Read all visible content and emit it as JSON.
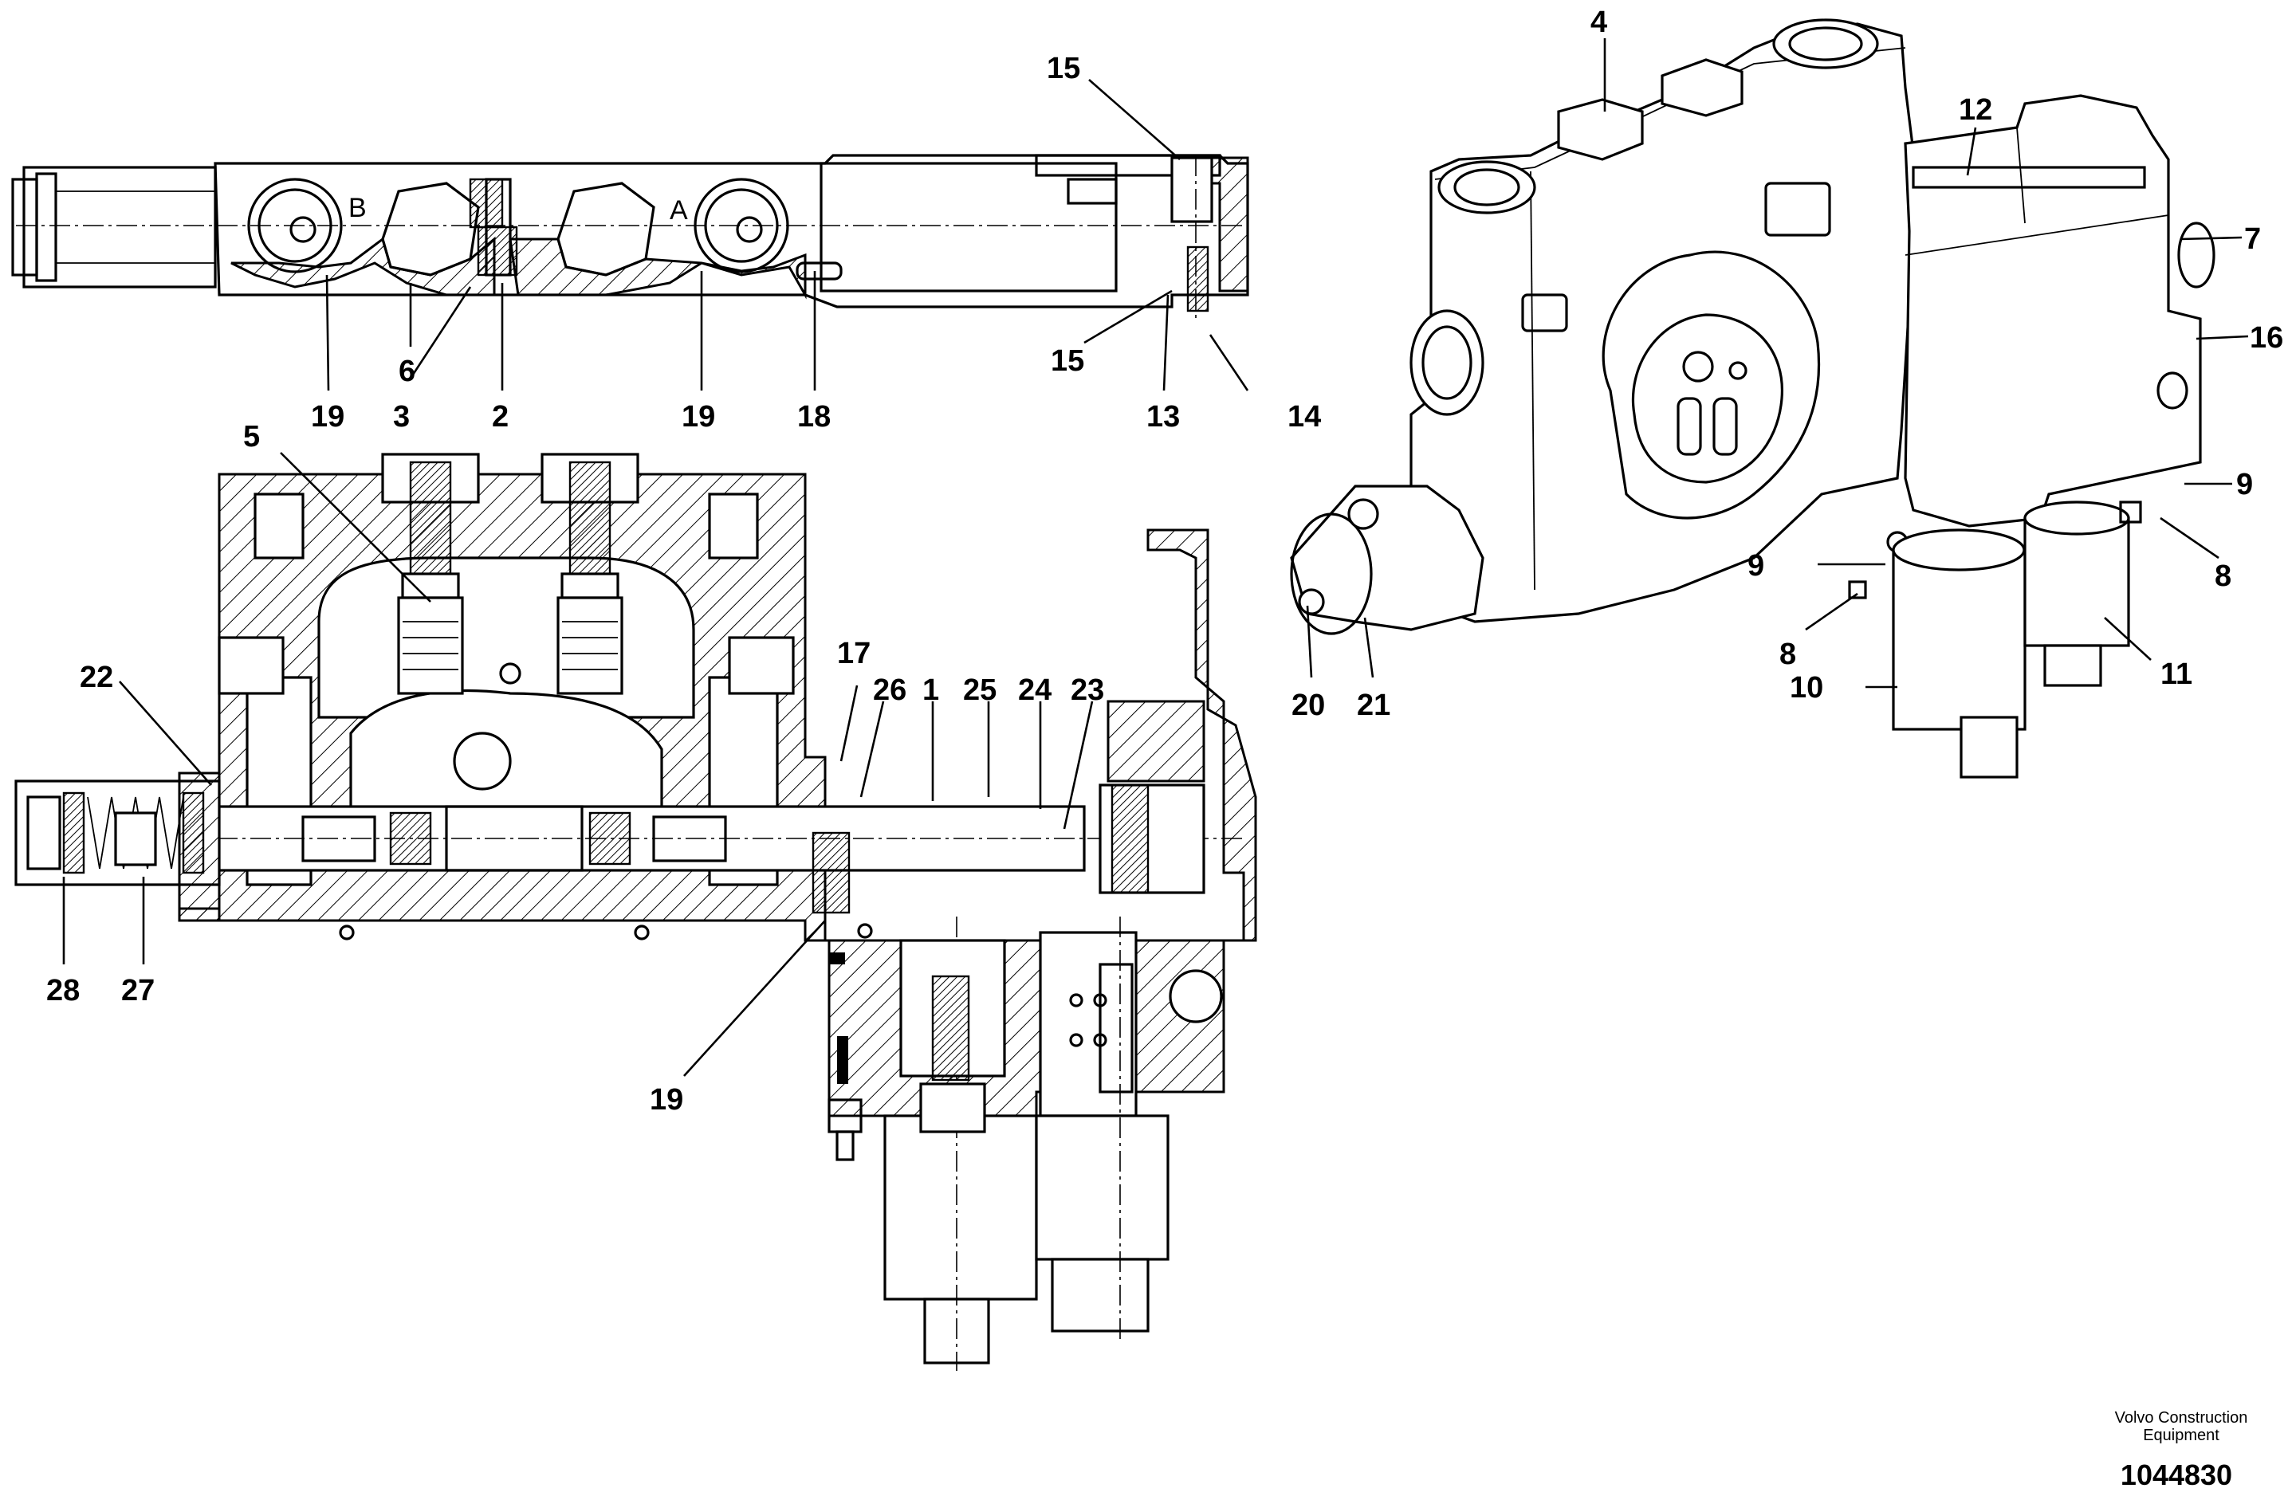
{
  "diagram": {
    "callouts": {
      "1": "1",
      "2": "2",
      "3": "3",
      "4": "4",
      "5": "5",
      "6": "6",
      "7": "7",
      "8a": "8",
      "8b": "8",
      "9a": "9",
      "9b": "9",
      "10": "10",
      "11": "11",
      "12": "12",
      "13": "13",
      "14": "14",
      "15a": "15",
      "15b": "15",
      "16": "16",
      "17": "17",
      "18": "18",
      "19a": "19",
      "19b": "19",
      "19c": "19",
      "20": "20",
      "21": "21",
      "22": "22",
      "23": "23",
      "24": "24",
      "25": "25",
      "26": "26",
      "27": "27",
      "28": "28"
    },
    "port_letters": {
      "b": "B",
      "a": "A"
    }
  },
  "footer": {
    "brand_line1": "Volvo Construction",
    "brand_line2": "Equipment",
    "document_number": "1044830"
  }
}
